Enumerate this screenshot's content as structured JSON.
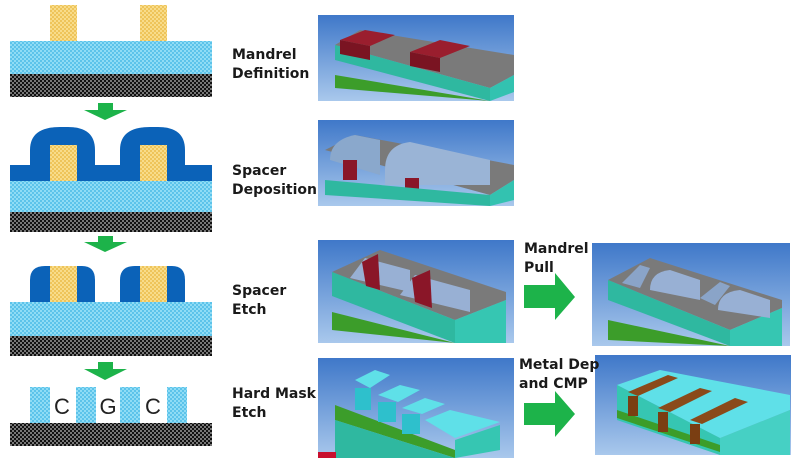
{
  "steps": [
    {
      "line1": "Mandrel",
      "line2": "Definition"
    },
    {
      "line1": "Spacer",
      "line2": "Deposition"
    },
    {
      "line1": "Spacer",
      "line2": "Etch"
    },
    {
      "line1": "Hard Mask",
      "line2": "Etch"
    }
  ],
  "transitions": [
    {
      "line1": "Mandrel",
      "line2": "Pull"
    },
    {
      "line1": "Metal Dep",
      "line2": "and CMP"
    }
  ],
  "region_letters": [
    "C",
    "G",
    "C"
  ],
  "colors": {
    "mandrel": "#f4cf6a",
    "spacer": "#0b62b8",
    "hardmask": "#79d0ee",
    "substrate": "#3a3a3a",
    "arrow": "#1db34a",
    "panel_bg": "#4a84d0"
  }
}
